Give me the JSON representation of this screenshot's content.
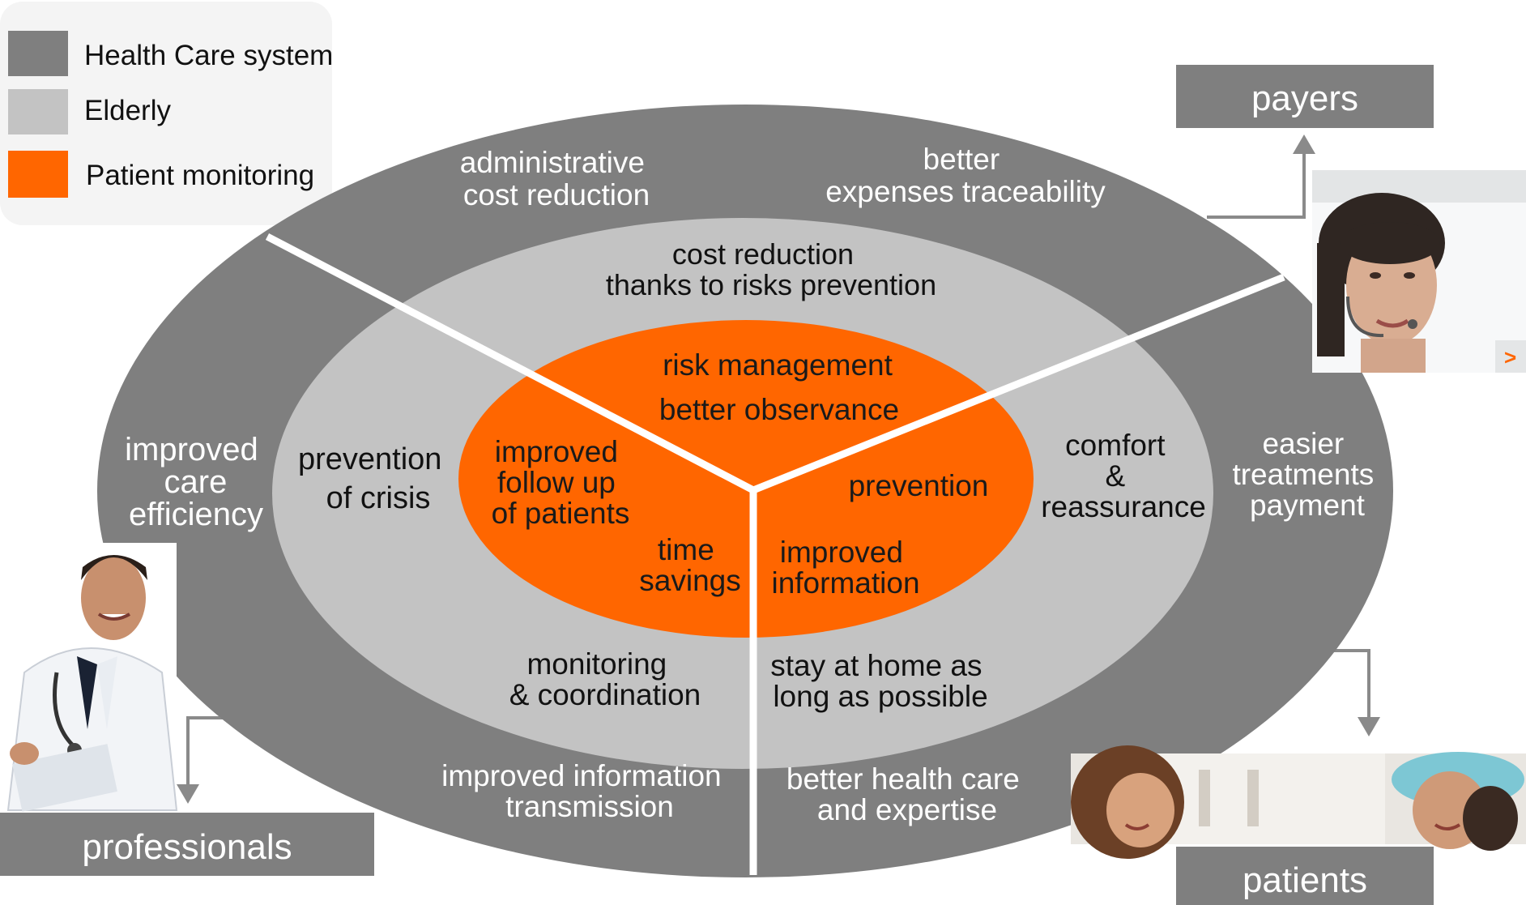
{
  "legend": {
    "items": [
      {
        "label": "Health Care system",
        "color": "#7f7f7f"
      },
      {
        "label": "Elderly",
        "color": "#c3c3c3"
      },
      {
        "label": "Patient monitoring",
        "color": "#ff6600"
      }
    ]
  },
  "colors": {
    "outer_ring": "#7f7f7f",
    "middle_ring": "#c3c3c3",
    "inner_core": "#ff6600",
    "stakeholder_box": "#7f7f7f"
  },
  "stakeholders": {
    "payers": "payers",
    "professionals": "professionals",
    "patients": "patients"
  },
  "outer_ring": {
    "admin_cost": [
      "administrative",
      "cost reduction"
    ],
    "expenses": [
      "better",
      "expenses traceability"
    ],
    "care_efficiency": [
      "improved",
      "care",
      "efficiency"
    ],
    "treatments_payment": [
      "easier",
      "treatments",
      "payment"
    ],
    "info_transmission": [
      "improved information",
      "transmission"
    ],
    "health_care_expertise": [
      "better health care",
      "and expertise"
    ]
  },
  "middle_ring": {
    "cost_reduction": [
      "cost reduction",
      "thanks to risks prevention"
    ],
    "prevention_crisis": [
      "prevention",
      "of crisis"
    ],
    "comfort": [
      "comfort",
      "&",
      "reassurance"
    ],
    "monitoring": [
      "monitoring",
      "& coordination"
    ],
    "stay_home": [
      "stay at home as",
      "long as possible"
    ]
  },
  "inner_core": {
    "risk_management": "risk management",
    "better_observance": "better observance",
    "follow_up": [
      "improved",
      "follow up",
      "of patients"
    ],
    "time_savings": [
      "time",
      "savings"
    ],
    "prevention": "prevention",
    "improved_information": [
      "improved",
      "information"
    ]
  },
  "photos": {
    "operator_button": ">"
  }
}
